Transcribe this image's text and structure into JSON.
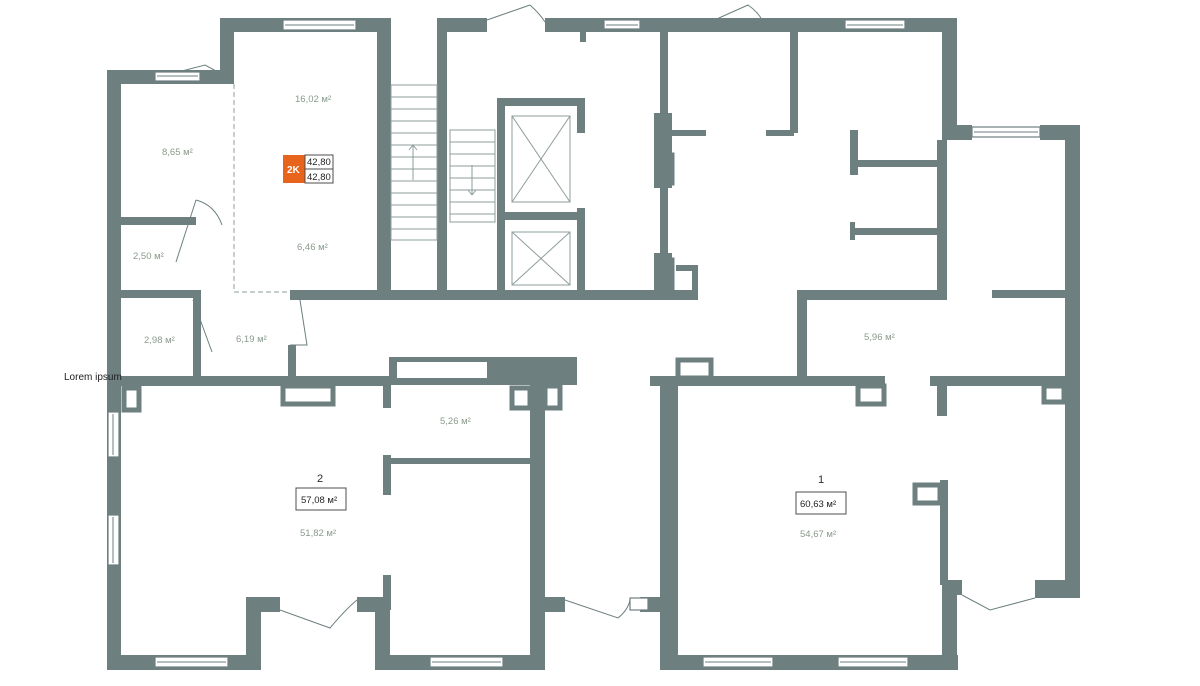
{
  "floor_label": "Lorem ipsum",
  "colors": {
    "wall": "#6e7f80",
    "accent": "#e8641d",
    "area_text": "#8a9a8b"
  },
  "apartment_tag": {
    "code": "2K",
    "value_1": "42,80",
    "value_2": "42,80"
  },
  "rooms": {
    "r1": "16,02 м²",
    "r2": "8,65 м²",
    "r3": "6,46 м²",
    "r4": "2,50 м²",
    "r5": "2,98 м²",
    "r6": "6,19 м²",
    "r7": "5,96 м²",
    "r8": "5,26 м²",
    "r9": "51,82 м²",
    "r10": "54,67 м²"
  },
  "units": [
    {
      "number": "2",
      "total": "57,08 м²"
    },
    {
      "number": "1",
      "total": "60,63 м²"
    }
  ]
}
